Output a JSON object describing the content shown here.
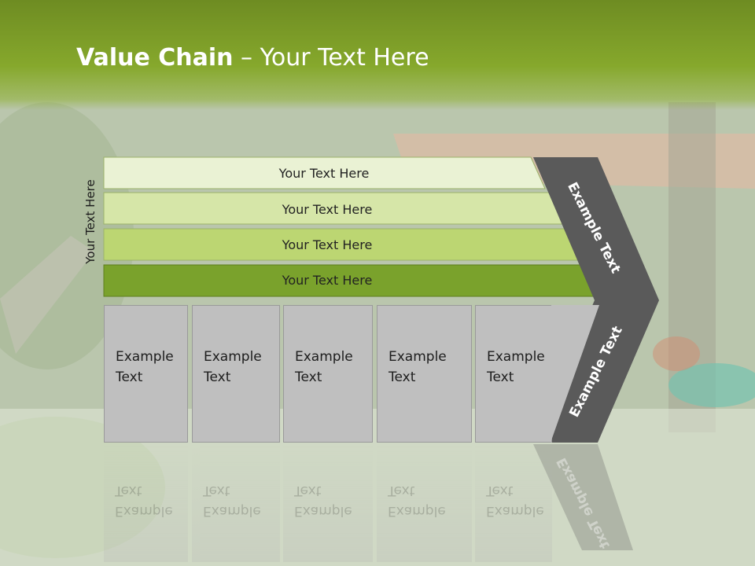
{
  "slide": {
    "title_bold": "Value Chain",
    "title_rest": " – Your Text Here",
    "vertical_label": "Your Text Here"
  },
  "bars": [
    {
      "label": "Your Text Here",
      "color": "#eaf2d4"
    },
    {
      "label": "Your Text Here",
      "color": "#d6e6a8"
    },
    {
      "label": "Your Text Here",
      "color": "#bcd672"
    },
    {
      "label": "Your Text Here",
      "color": "#7aa22c"
    }
  ],
  "boxes": [
    {
      "line1": "Example",
      "line2": "Text"
    },
    {
      "line1": "Example",
      "line2": "Text"
    },
    {
      "line1": "Example",
      "line2": "Text"
    },
    {
      "line1": "Example",
      "line2": "Text"
    },
    {
      "line1": "Example",
      "line2": "Text"
    }
  ],
  "chevron": {
    "upper_label": "Example Text",
    "lower_label": "Example Text",
    "color": "#5a5a5a"
  }
}
